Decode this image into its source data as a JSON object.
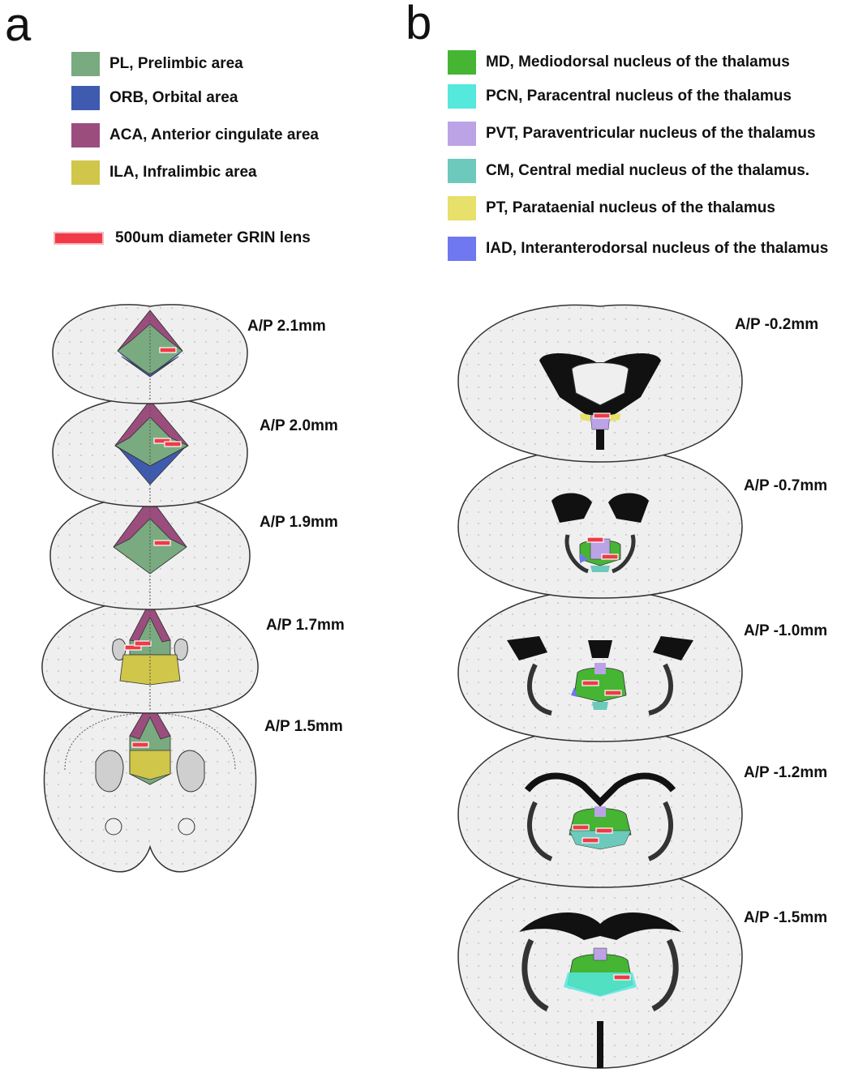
{
  "panels": {
    "a": {
      "letter": "a",
      "legend": [
        {
          "abbr": "PL",
          "label": "PL, Prelimbic area",
          "color": "#7aaa80"
        },
        {
          "abbr": "ORB",
          "label": "ORB, Orbital area",
          "color": "#3f5bb0"
        },
        {
          "abbr": "ACA",
          "label": "ACA, Anterior cingulate area",
          "color": "#9b4d7e"
        },
        {
          "abbr": "ILA",
          "label": "ILA, Infralimbic area",
          "color": "#cfc64a"
        }
      ],
      "lens": {
        "label": "500um diameter GRIN lens",
        "color": "#ee3b47"
      },
      "sections": [
        {
          "label": "A/P 2.1mm"
        },
        {
          "label": "A/P 2.0mm"
        },
        {
          "label": "A/P 1.9mm"
        },
        {
          "label": "A/P 1.7mm"
        },
        {
          "label": "A/P 1.5mm"
        }
      ]
    },
    "b": {
      "letter": "b",
      "legend": [
        {
          "abbr": "MD",
          "label": "MD, Mediodorsal nucleus of the thalamus",
          "color": "#45b533"
        },
        {
          "abbr": "PCN",
          "label": "PCN, Paracentral nucleus of the thalamus",
          "color": "#55e8dc"
        },
        {
          "abbr": "PVT",
          "label": "PVT, Paraventricular nucleus of the thalamus",
          "color": "#bba3e6"
        },
        {
          "abbr": "CM",
          "label": "CM, Central medial nucleus of the thalamus.",
          "color": "#6cc9bc"
        },
        {
          "abbr": "PT",
          "label": "PT, Parataenial nucleus of the thalamus",
          "color": "#e7e06a"
        },
        {
          "abbr": "IAD",
          "label": "IAD, Interanterodorsal nucleus of the thalamus",
          "color": "#6f78f0"
        }
      ],
      "sections": [
        {
          "label": "A/P -0.2mm"
        },
        {
          "label": "A/P -0.7mm"
        },
        {
          "label": "A/P -1.0mm"
        },
        {
          "label": "A/P -1.2mm"
        },
        {
          "label": "A/P -1.5mm"
        }
      ]
    }
  },
  "colors": {
    "brain_fill": "#efefef",
    "brain_stroke": "#333333",
    "ventricle": "#111111",
    "white_matter": "#cfcfcf"
  }
}
